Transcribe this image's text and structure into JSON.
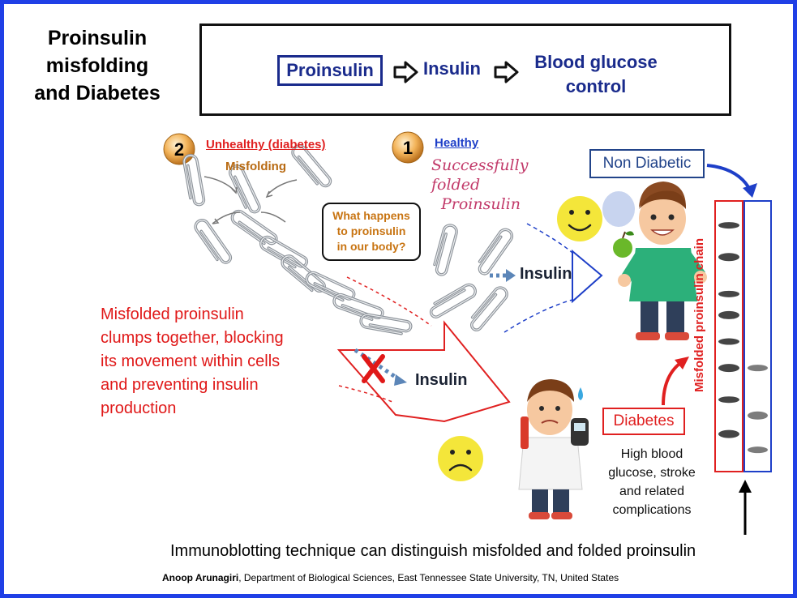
{
  "title": {
    "line1": "Proinsulin",
    "line2": "misfolding",
    "line3": "and Diabetes"
  },
  "flow": {
    "proinsulin": "Proinsulin",
    "insulin": "Insulin",
    "blood_glucose_line1": "Blood glucose",
    "blood_glucose_line2": "control"
  },
  "pathway_unhealthy": {
    "number": "2",
    "label": "Unhealthy (diabetes)",
    "misfolding": "Misfolding"
  },
  "pathway_healthy": {
    "number": "1",
    "label": "Healthy",
    "handwritten_line1": "Successfully",
    "handwritten_line2": "folded",
    "handwritten_line3": "Proinsulin"
  },
  "question": {
    "line1": "What happens",
    "line2": "to proinsulin",
    "line3": "in our body?"
  },
  "insulin_success": "Insulin",
  "insulin_blocked": "Insulin",
  "misfold_explanation": {
    "line1": "Misfolded proinsulin",
    "line2": "clumps together, blocking",
    "line3": "its movement within cells",
    "line4": "and preventing insulin",
    "line5": "production"
  },
  "outcome_non_diabetic": "Non Diabetic",
  "outcome_diabetes": "Diabetes",
  "complications": {
    "line1": "High blood",
    "line2": "glucose, stroke",
    "line3": "and related",
    "line4": "complications"
  },
  "blot": {
    "label": "Misfolded proinsulin chain",
    "lane_diabetic_bands": [
      0.08,
      0.2,
      0.34,
      0.42,
      0.52,
      0.62,
      0.74,
      0.87
    ],
    "lane_healthy_bands": [
      0.62,
      0.8,
      0.93
    ]
  },
  "immunoblot_caption": "Immunoblotting technique can distinguish misfolded and folded proinsulin",
  "credit": {
    "author": "Anoop Arunagiri",
    "affiliation": ", Department of Biological Sciences, East Tennessee State University, TN, United States"
  },
  "colors": {
    "frame": "#1f3fe6",
    "navy": "#1a2b8c",
    "red": "#e02020",
    "orange": "#c87412",
    "smiley": "#f4e63a"
  }
}
